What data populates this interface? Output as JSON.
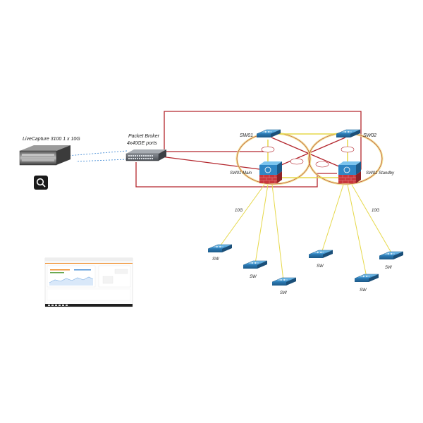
{
  "colors": {
    "red_link": "#b3262d",
    "yellow_link": "#e6d84a",
    "dotted_link": "#4a8fd6",
    "switch_blue": "#3a9bd8",
    "firewall_red": "#c9363b",
    "ring": "#f2e6a8"
  },
  "labels": {
    "livecapture": "LiveCapture 3100 1 x 10G",
    "packet_broker_line1": "Packet Broker",
    "packet_broker_line2": "4x40GE ports",
    "sw01": "SW01",
    "sw02": "SW02",
    "sw01_main": "SW01 Main",
    "sw01_standby": "SW01 Standby",
    "link_left_10g": "10G",
    "link_right_10g": "10G",
    "sw": "SW"
  },
  "icons": {
    "livecapture": "rack-server-icon",
    "search": "magnifier-icon",
    "packet_broker": "network-switch-icon",
    "core_switch": "layer3-switch-icon",
    "firewall": "firewall-icon",
    "access_switch": "workgroup-switch-icon",
    "screenshot": "dashboard-thumbnail"
  }
}
